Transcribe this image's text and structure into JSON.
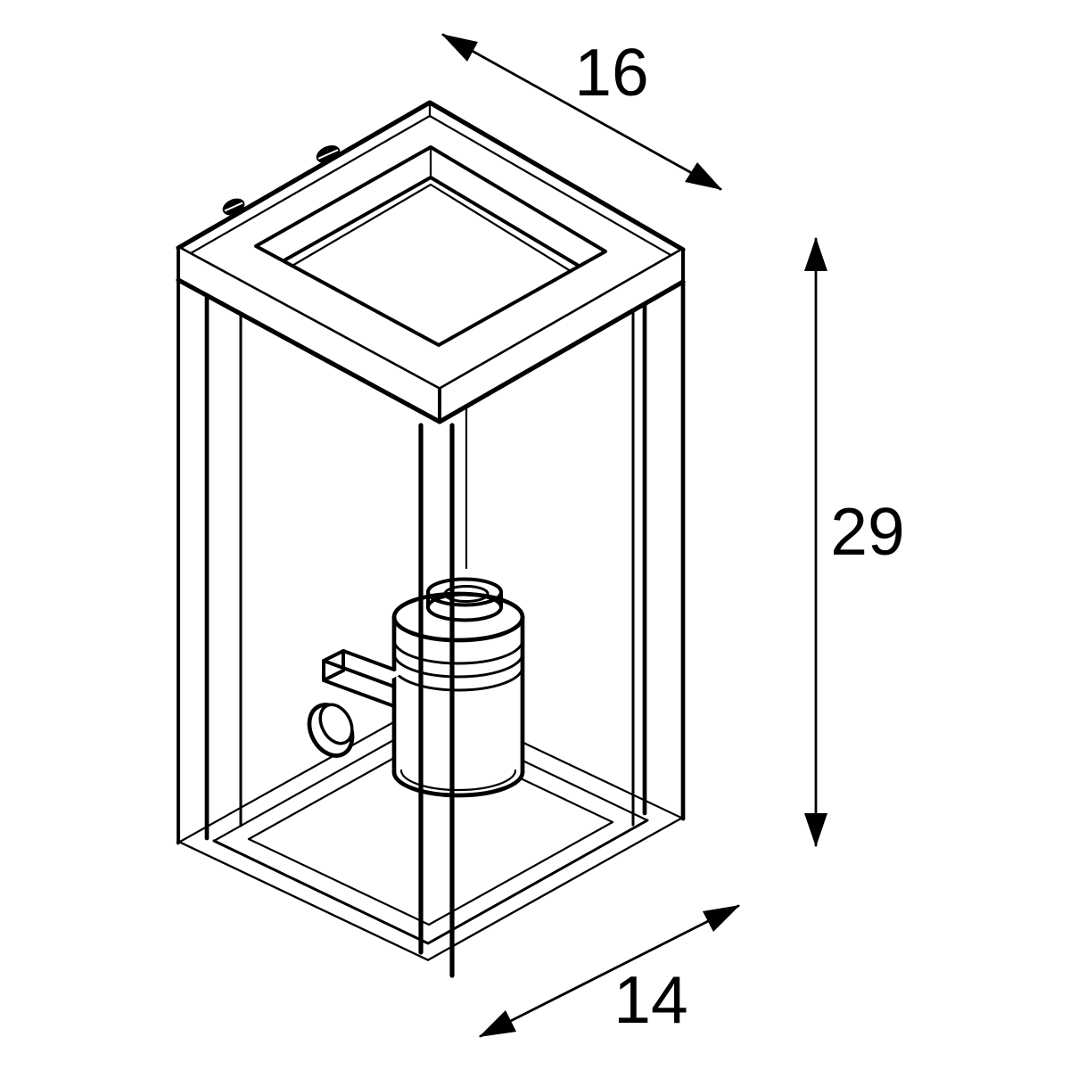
{
  "diagram": {
    "background": "#ffffff",
    "line_color": "#000000",
    "subject": "box-lantern-wall-light-line-drawing",
    "dimensions": {
      "width": {
        "label": "16"
      },
      "height": {
        "label": "29"
      },
      "depth": {
        "label": "14"
      }
    }
  }
}
